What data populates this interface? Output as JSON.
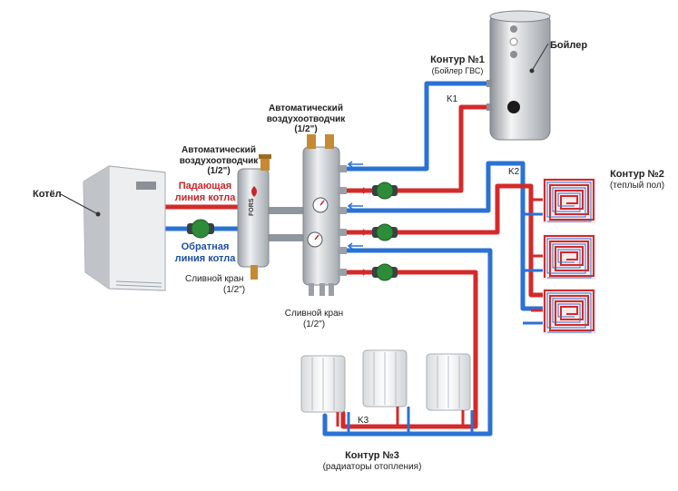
{
  "colors": {
    "supply": "#d42a2a",
    "return": "#2a72d4",
    "metal": "#c9cdd2",
    "pump": "#2e8b3a",
    "label_red": "#c8262b",
    "label_blue": "#1f4fa0"
  },
  "labels": {
    "boiler": "Котёл",
    "supply_line_1": "Падающая",
    "supply_line_2": "линия котла",
    "return_line_1": "Обратная",
    "return_line_2": "линия котла",
    "air_vent_small_1": "Автоматический",
    "air_vent_small_2": "воздухоотводчик",
    "air_vent_small_3": "(1/2\")",
    "air_vent_big_1": "Автоматический",
    "air_vent_big_2": "воздухоотводчик",
    "air_vent_big_3": "(1/2\")",
    "drain_small_1": "Сливной кран",
    "drain_small_2": "(1/2\")",
    "drain_big_1": "Сливной кран",
    "drain_big_2": "(1/2\")",
    "contour1_title": "Контур №1",
    "contour1_sub": "(Бойлер ГВС)",
    "boiler_tank": "Бойлер",
    "k1": "K1",
    "k2": "K2",
    "k3": "K3",
    "contour2_title": "Контур №2",
    "contour2_sub": "(теплый пол)",
    "contour3_title": "Контур №3",
    "contour3_sub": "(радиаторы отопления)",
    "brand": "FORS"
  },
  "icons": [
    "boiler-unit",
    "hydraulic-separator",
    "collector",
    "circulation-pump",
    "water-heater-tank",
    "underfloor-loop",
    "radiator",
    "air-vent",
    "drain-valve",
    "pressure-gauge",
    "flow-arrow"
  ]
}
